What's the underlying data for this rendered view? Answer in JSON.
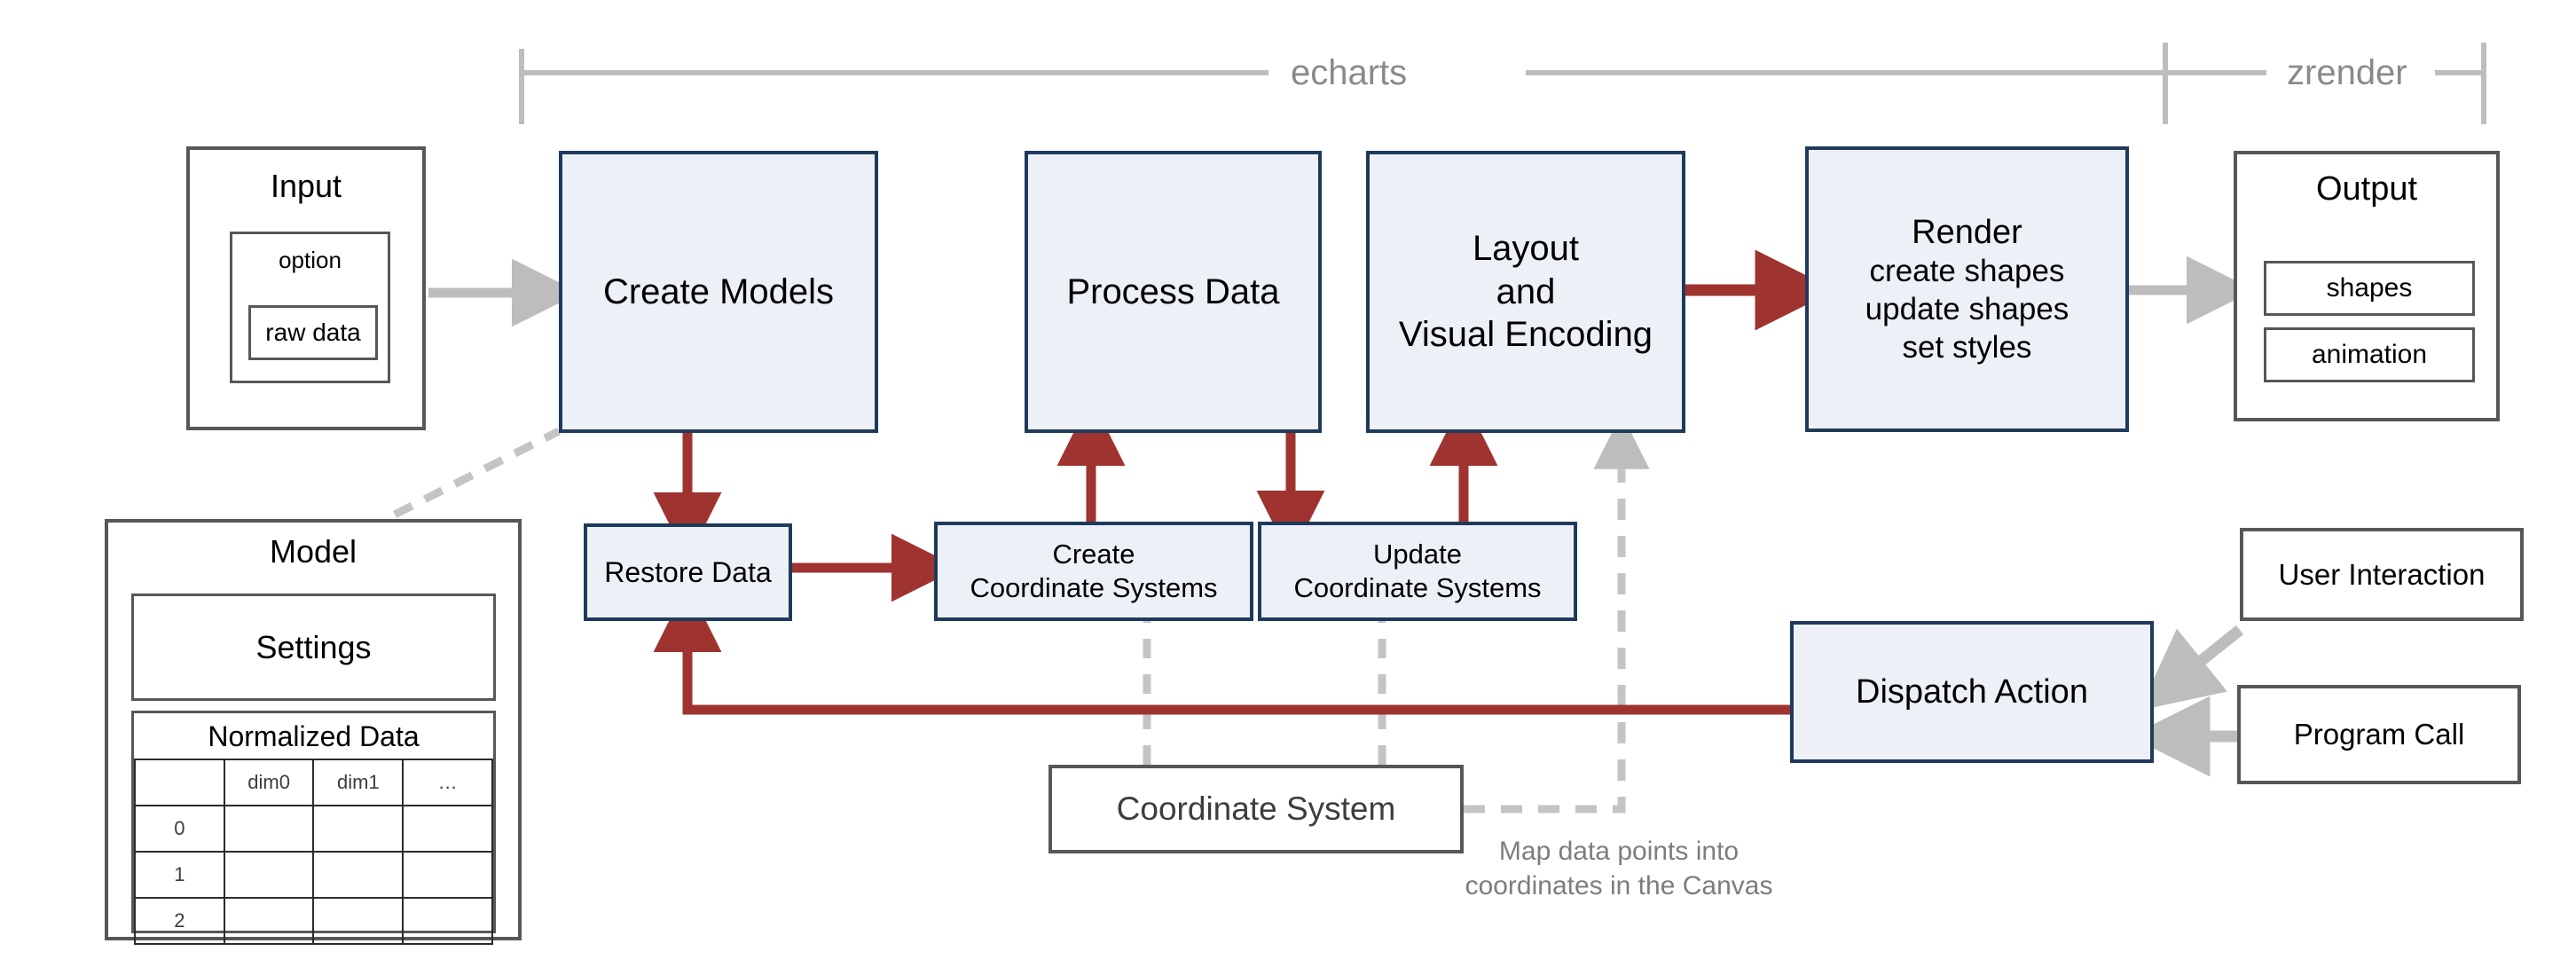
{
  "diagram": {
    "title": "ECharts rendering pipeline architecture",
    "colors": {
      "blue_fill": "#edf1f7",
      "blue_border": "#1f3a5c",
      "plain_border": "#575757",
      "red_arrow": "#9e3330",
      "grey_arrow": "#bdbdbd",
      "grey_text": "#8a8a8a"
    }
  },
  "header": {
    "echarts_label": "echarts",
    "zrender_label": "zrender"
  },
  "input": {
    "title": "Input",
    "option_label": "option",
    "raw_data_label": "raw data"
  },
  "model": {
    "title": "Model",
    "settings_label": "Settings",
    "normalized_data_label": "Normalized Data",
    "table": {
      "columns": [
        "",
        "dim0",
        "dim1",
        "…"
      ],
      "rows": [
        {
          "index": "0",
          "cells": [
            "",
            "",
            ""
          ]
        },
        {
          "index": "1",
          "cells": [
            "",
            "",
            ""
          ]
        },
        {
          "index": "2",
          "cells": [
            "",
            "",
            ""
          ]
        }
      ]
    }
  },
  "pipeline": {
    "create_models": "Create Models",
    "process_data": "Process Data",
    "layout_visual_encoding": [
      "Layout",
      "and",
      "Visual Encoding"
    ],
    "render": {
      "title": "Render",
      "lines": [
        "create shapes",
        "update shapes",
        "set styles"
      ]
    },
    "restore_data": "Restore Data",
    "create_coordinate_systems": [
      "Create",
      "Coordinate  Systems"
    ],
    "update_coordinate_systems": [
      "Update",
      "Coordinate  Systems"
    ]
  },
  "output": {
    "title": "Output",
    "shapes_label": "shapes",
    "animation_label": "animation"
  },
  "actions": {
    "dispatch_action": "Dispatch Action",
    "user_interaction": "User Interaction",
    "program_call": "Program Call"
  },
  "coordinate_system": {
    "title": "Coordinate System",
    "caption": [
      "Map data points into",
      "coordinates in the Canvas"
    ]
  }
}
